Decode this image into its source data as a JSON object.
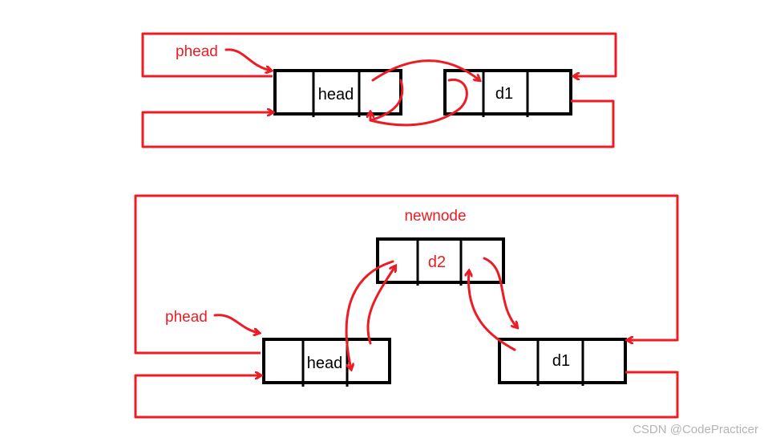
{
  "colors": {
    "pointer": "#ed1c24",
    "box": "#000000",
    "watermark": "#b4b4b4",
    "background": "#ffffff"
  },
  "top": {
    "phead_label": "phead",
    "head_label": "head",
    "d1_label": "d1"
  },
  "bottom": {
    "newnode_label": "newnode",
    "phead_label": "phead",
    "head_label": "head",
    "d2_label": "d2",
    "d1_label": "d1"
  },
  "watermark": "CSDN @CodePracticer"
}
